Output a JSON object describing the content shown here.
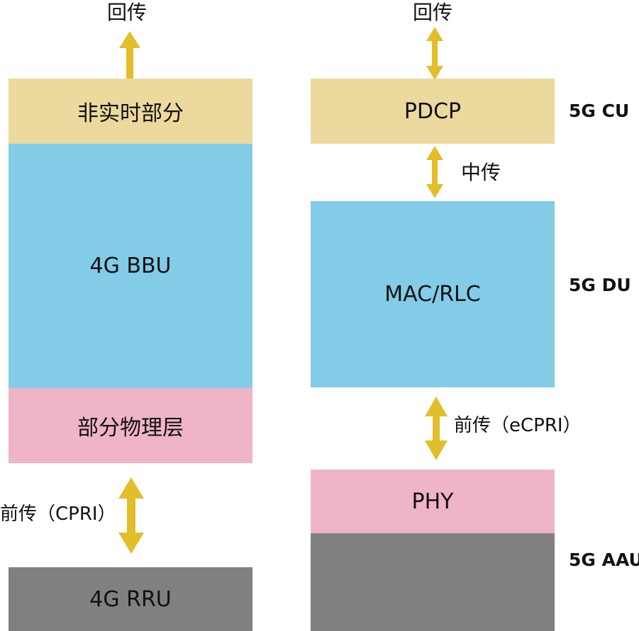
{
  "left": {
    "backhaul_label": "回传",
    "blocks": [
      {
        "label": "非实时部分"
      },
      {
        "label": "4G BBU"
      },
      {
        "label": "部分物理层"
      },
      {
        "label": "4G RRU"
      }
    ],
    "fronthaul_label": "前传（CPRI）"
  },
  "right": {
    "backhaul_label": "回传",
    "blocks": [
      {
        "label": "PDCP"
      },
      {
        "label": "MAC/RLC"
      },
      {
        "label": "PHY"
      },
      {
        "label": ""
      }
    ],
    "midhaul_label": "中传",
    "fronthaul_label": "前传（eCPRI）",
    "units": [
      {
        "label": "5G CU"
      },
      {
        "label": "5G DU"
      },
      {
        "label": "5G AAU"
      }
    ]
  },
  "colors": {
    "tan": "#ecd99d",
    "blue": "#82cce8",
    "pink": "#efb4c6",
    "gray": "#808080",
    "arrow": "#e2be2a"
  }
}
